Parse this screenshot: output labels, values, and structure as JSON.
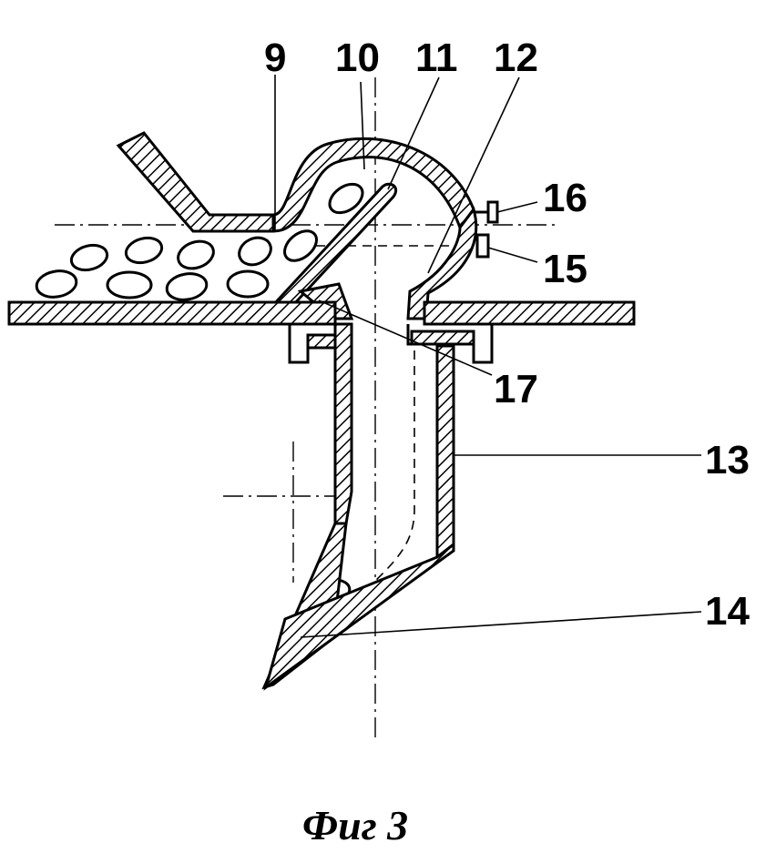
{
  "labels": {
    "l9": "9",
    "l10": "10",
    "l11": "11",
    "l12": "12",
    "l13": "13",
    "l14": "14",
    "l15": "15",
    "l16": "16",
    "l17": "17"
  },
  "caption": "Фиг 3"
}
